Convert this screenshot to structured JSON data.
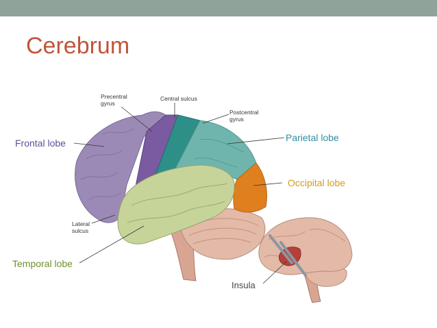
{
  "slide": {
    "title": "Cerebrum",
    "colors": {
      "top_bar": "#8fa39a",
      "title": "#c0553b",
      "frontal": "#9b8ab5",
      "precentral": "#7a5aa0",
      "parietal": "#6fb5ad",
      "postcentral": "#2e8f88",
      "occipital": "#e07f1e",
      "temporal": "#c6d49a",
      "cerebellum": "#e3b9a7",
      "brainstem": "#d9a593",
      "insula": "#b5403a"
    }
  },
  "labels": {
    "frontal": {
      "text": "Frontal lobe",
      "color": "#5e4f96"
    },
    "parietal": {
      "text": "Parietal lobe",
      "color": "#2f8fa0"
    },
    "occipital": {
      "text": "Occipital lobe",
      "color": "#d59a1b"
    },
    "temporal": {
      "text": "Temporal lobe",
      "color": "#6f8f2d"
    },
    "insula": "Insula",
    "precentral": "Precentral\ngyrus",
    "central_sulcus": "Central sulcus",
    "postcentral": "Postcentral\ngyrus",
    "lateral_sulcus": "Lateral\nsulcus"
  }
}
